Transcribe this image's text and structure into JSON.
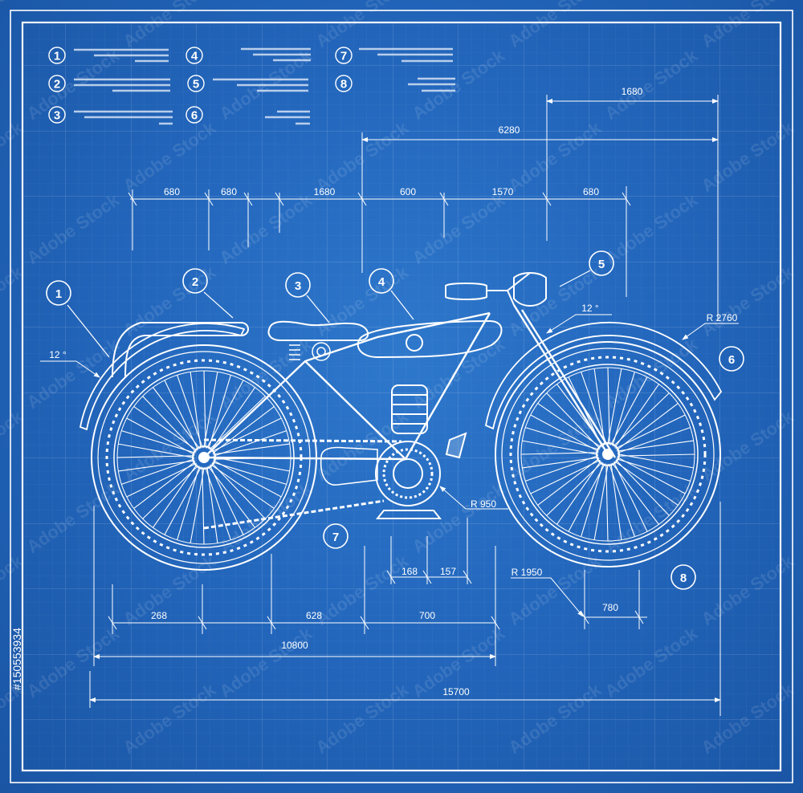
{
  "legend": {
    "numbers": [
      "1",
      "2",
      "3",
      "4",
      "5",
      "6",
      "7",
      "8"
    ]
  },
  "callouts": [
    {
      "id": "1",
      "name": "callout-1"
    },
    {
      "id": "2",
      "name": "callout-2"
    },
    {
      "id": "3",
      "name": "callout-3"
    },
    {
      "id": "4",
      "name": "callout-4"
    },
    {
      "id": "5",
      "name": "callout-5"
    },
    {
      "id": "6",
      "name": "callout-6"
    },
    {
      "id": "7",
      "name": "callout-7"
    },
    {
      "id": "8",
      "name": "callout-8"
    }
  ],
  "dimensions": {
    "top_1680": "1680",
    "top_6280": "6280",
    "row_680a": "680",
    "row_680b": "680",
    "row_1680": "1680",
    "row_600": "600",
    "row_1570": "1570",
    "row_680c": "680",
    "r_2760": "R 2760",
    "angle_right": "12 °",
    "angle_left": "12 °",
    "r_950": "R  950",
    "d_168": "168",
    "d_157": "157",
    "r_1950": "R 1950",
    "d_780": "780",
    "d_268": "268",
    "d_628": "628",
    "d_700": "700",
    "d_10800": "10800",
    "d_15700": "15700"
  },
  "watermark": {
    "text": "Adobe Stock",
    "stock_id": "#150553934"
  }
}
